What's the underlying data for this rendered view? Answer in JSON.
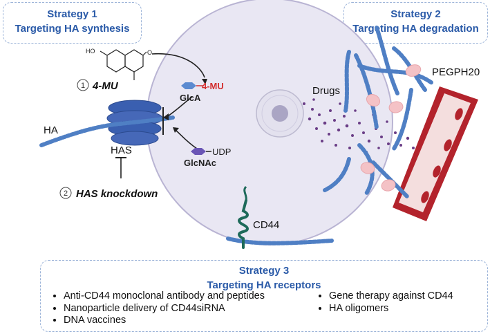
{
  "strategy1": {
    "title": "Strategy 1",
    "subtitle": "Targeting HA synthesis"
  },
  "strategy2": {
    "title": "Strategy 2",
    "subtitle": "Targeting HA degradation"
  },
  "strategy3": {
    "title": "Strategy 3",
    "subtitle": "Targeting HA receptors",
    "items_left": [
      "Anti-CD44 monoclonal antibody and peptides",
      "Nanoparticle delivery of CD44siRNA",
      "DNA vaccines"
    ],
    "items_right": [
      "Gene therapy against CD44",
      "HA oligomers"
    ]
  },
  "labels": {
    "step1_num": "1",
    "step1": "4-MU",
    "step2_num": "2",
    "step2": "HAS knockdown",
    "ha": "HA",
    "has": "HAS",
    "glca": "GlcA",
    "glca_mod": "4-MU",
    "glcnac": "GlcNAc",
    "udp": "UDP",
    "drugs": "Drugs",
    "pegph20": "PEGPH20",
    "cd44": "CD44",
    "ho": "HO",
    "o": "O"
  },
  "colors": {
    "title": "#2a5aa8",
    "accent_red": "#d32f2f",
    "cell": "#e9e7f3",
    "cell_border": "#b9b4d3",
    "bead": "#4f7fc4",
    "bead_light": "#9db9e0",
    "vessel": "#b3232c"
  }
}
